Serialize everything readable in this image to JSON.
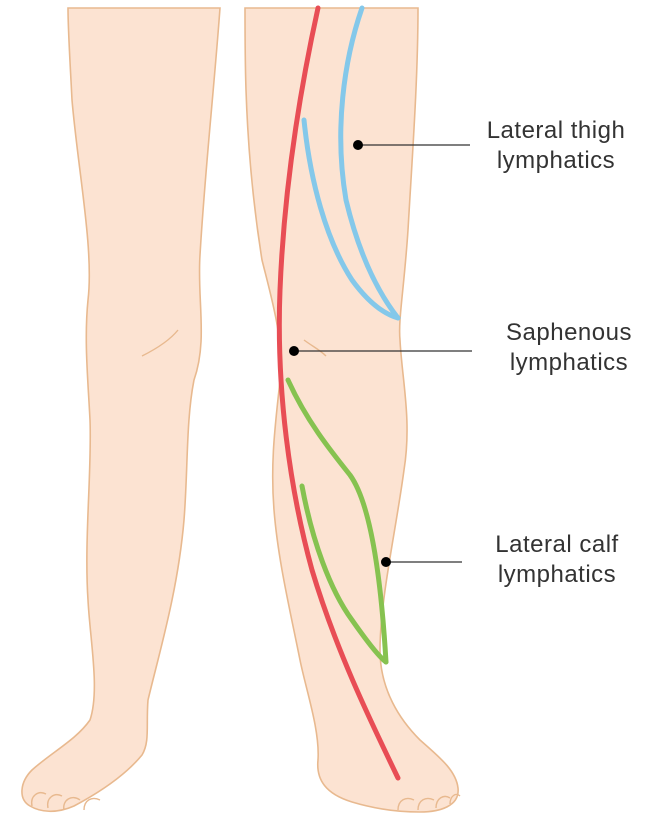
{
  "diagram": {
    "colors": {
      "skin": "#FCE3D2",
      "skin_outline": "#E8B98F",
      "saphenous_vessel": "#E84D55",
      "thigh_vessel": "#84C8EA",
      "calf_vessel": "#86C250",
      "callout_line": "#333333"
    },
    "labels": {
      "lateral_thigh": {
        "line1": "Lateral thigh",
        "line2": "lymphatics"
      },
      "saphenous": {
        "line1": "Saphenous",
        "line2": "lymphatics"
      },
      "lateral_calf": {
        "line1": "Lateral calf",
        "line2": "lymphatics"
      }
    }
  }
}
